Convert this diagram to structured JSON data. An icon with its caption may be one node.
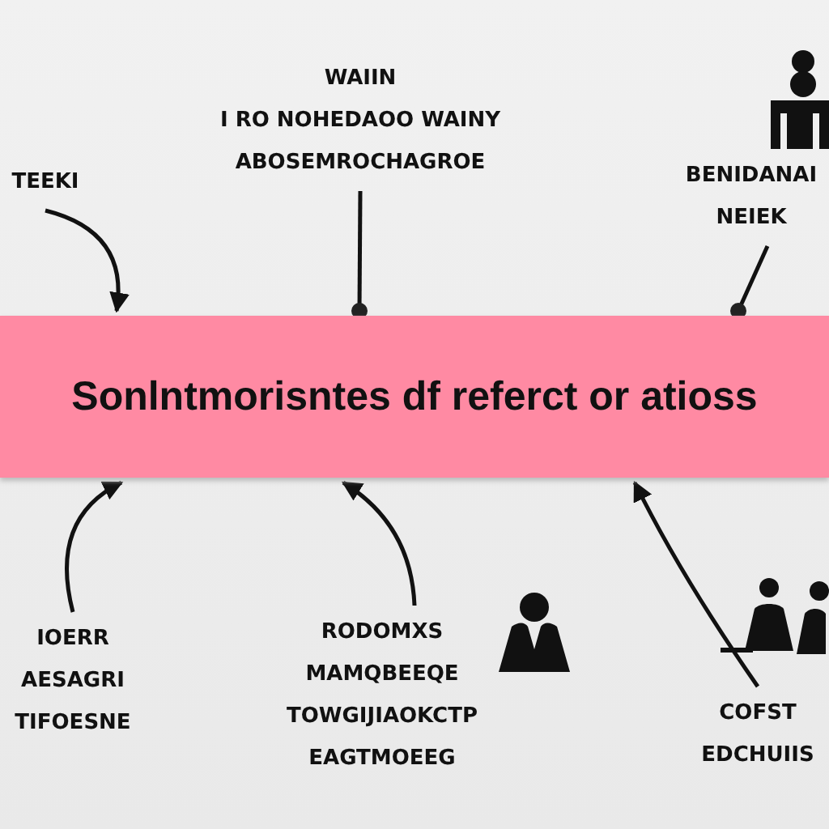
{
  "diagram": {
    "nodes": [
      {
        "text": [
          "TEEKI"
        ]
      },
      {
        "text": [
          "WAIIN",
          "I RO NOHEDAOO WAINY ABOSEMROCHAGROE"
        ]
      },
      {
        "text": [
          "BENIDANAI NEIEK"
        ]
      },
      {
        "text": [
          "Sonlntmorisntes df referct or atioss"
        ]
      },
      {
        "text": [
          "IOERR AESAGRI TIFOESNE"
        ]
      },
      {
        "text": [
          "RODOMXS",
          "MAMQBEEQE TOWGIJIAOKCTP EAGTMOEEG"
        ]
      },
      {
        "text": [
          "COFST EDCHUIIS"
        ]
      }
    ],
    "edges": [
      {
        "from": 0,
        "to": 3,
        "arrow": "to"
      },
      {
        "from": 1,
        "to": 3,
        "arrow": "other"
      },
      {
        "from": 2,
        "to": 3,
        "arrow": "other"
      },
      {
        "from": 4,
        "to": 3,
        "arrow": "to"
      },
      {
        "from": 5,
        "to": 3,
        "arrow": "to"
      },
      {
        "from": 6,
        "to": 3,
        "arrow": "to"
      }
    ]
  }
}
